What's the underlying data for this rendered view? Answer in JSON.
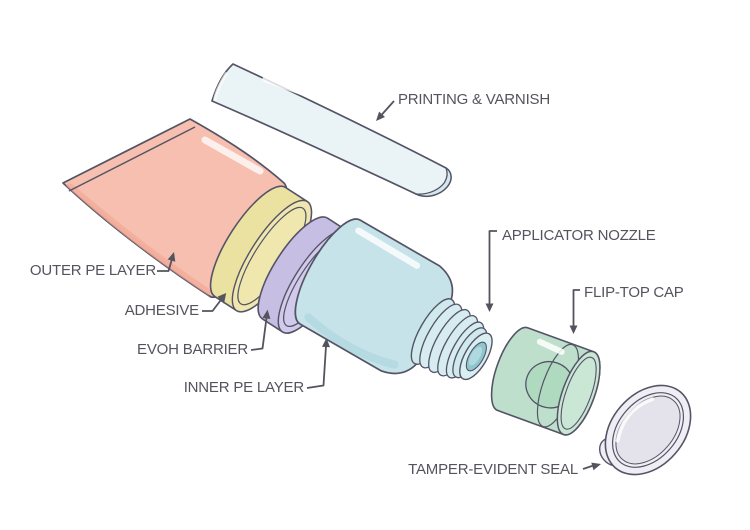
{
  "diagram_type": "exploded-view-tube-packaging",
  "labels": {
    "outer_pe_layer": "OUTER PE LAYER",
    "adhesive": "ADHESIVE",
    "evoh_barrier": "EVOH BARRIER",
    "inner_pe_layer": "INNER PE LAYER",
    "printing_varnish": "PRINTING & VARNISH",
    "applicator_nozzle": "APPLICATOR NOZZLE",
    "flip_top_cap": "FLIP-TOP CAP",
    "tamper_evident_seal": "TAMPER-EVIDENT SEAL"
  },
  "palette": {
    "outline": "#545466",
    "label_text": "#54545e",
    "leader_line": "#54545e",
    "outer_pe_pink": "#f6bfaf",
    "pink_shade": "#efa28e",
    "adhesive_yellow": "#ebe1a0",
    "adhesive_yellow_face": "#f0e7ae",
    "evoh_purple": "#c7bee3",
    "evoh_purple_face": "#d2caea",
    "inner_pe_blue": "#c5e3e9",
    "inner_pe_blue_face": "#d9eef1",
    "nozzle_bore_teal": "#8fc5cd",
    "varnish_sheet": "#eaf3f6",
    "varnish_under": "#d5e7ed",
    "cap_green": "#bedfcb",
    "cap_green_face": "#cae6d5",
    "cap_tab_green": "#b0dac0",
    "seal_white": "#efeef4",
    "seal_inner": "#e4e2eb",
    "background": "#ffffff"
  }
}
